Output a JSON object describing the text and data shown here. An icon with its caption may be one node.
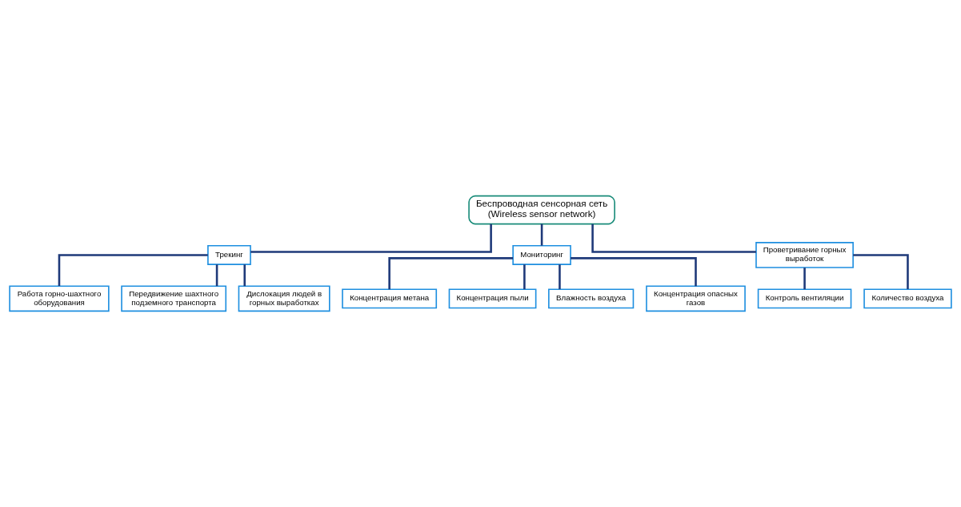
{
  "diagram": {
    "nodes": [
      {
        "text": [
          "Беспроводная сенсорная сеть (Wireless sensor network)"
        ]
      },
      {
        "text": [
          "Трекинг"
        ]
      },
      {
        "text": [
          "Мониторинг"
        ]
      },
      {
        "text": [
          "Проветривание горных выработок"
        ]
      },
      {
        "text": [
          "Работа горно-шахтного оборудования"
        ]
      },
      {
        "text": [
          "Передвижение шахтного подземного транспорта"
        ]
      },
      {
        "text": [
          "Дислокация людей в горных выработках"
        ]
      },
      {
        "text": [
          "Концентрация метана"
        ]
      },
      {
        "text": [
          "Концентрация пыли"
        ]
      },
      {
        "text": [
          "Влажность воздуха"
        ]
      },
      {
        "text": [
          "Концентрация опасных газов"
        ]
      },
      {
        "text": [
          "Контроль вентиляции"
        ]
      },
      {
        "text": [
          "Количество воздуха"
        ]
      }
    ],
    "edges": [
      {
        "from": 0,
        "to": 1,
        "arrow": "none"
      },
      {
        "from": 0,
        "to": 2,
        "arrow": "none"
      },
      {
        "from": 0,
        "to": 3,
        "arrow": "none"
      },
      {
        "from": 1,
        "to": 4,
        "arrow": "none"
      },
      {
        "from": 1,
        "to": 5,
        "arrow": "none"
      },
      {
        "from": 1,
        "to": 6,
        "arrow": "none"
      },
      {
        "from": 2,
        "to": 7,
        "arrow": "none"
      },
      {
        "from": 2,
        "to": 8,
        "arrow": "none"
      },
      {
        "from": 2,
        "to": 9,
        "arrow": "none"
      },
      {
        "from": 2,
        "to": 10,
        "arrow": "none"
      },
      {
        "from": 3,
        "to": 11,
        "arrow": "none"
      },
      {
        "from": 3,
        "to": 12,
        "arrow": "none"
      }
    ]
  }
}
